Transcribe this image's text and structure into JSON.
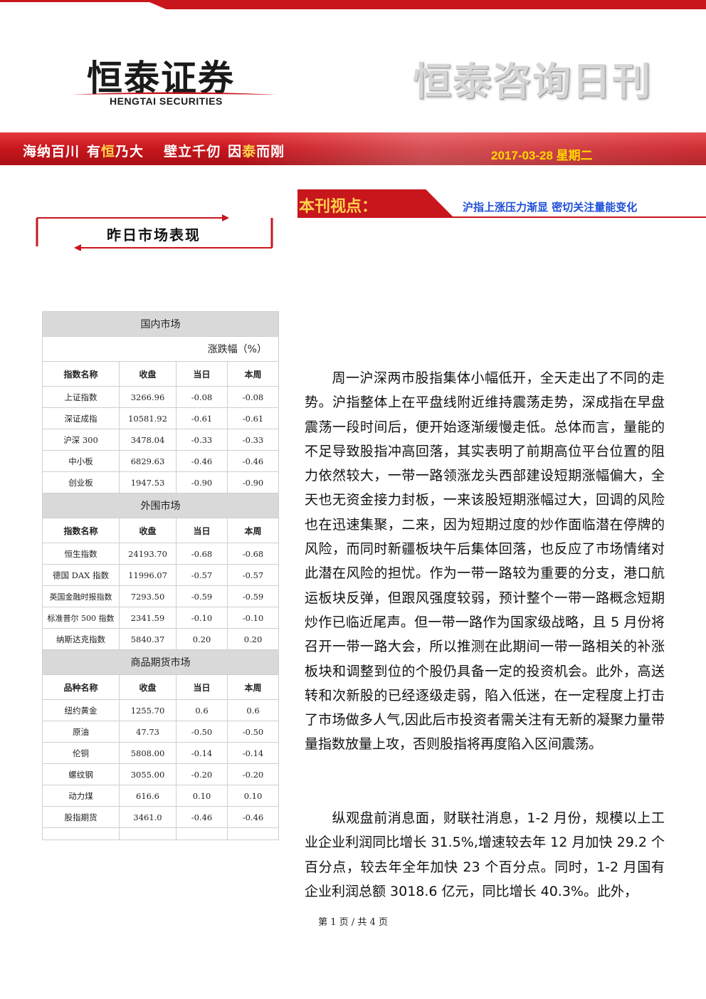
{
  "header": {
    "logo_name": "恒泰证券",
    "logo_english": "HENGTAI SECURITIES",
    "publication_title": "恒泰咨询日刊"
  },
  "banner": {
    "slogan_1": "海纳百川",
    "slogan_2_a": "有",
    "slogan_2_b": "恒",
    "slogan_2_c": "乃大",
    "slogan_3": "壁立千仞",
    "slogan_4_a": "因",
    "slogan_4_b": "泰",
    "slogan_4_c": "而刚",
    "date": "2017-03-28  星期二"
  },
  "viewpoint": {
    "label": "本刊视点：",
    "headline": "沪指上涨压力渐显  密切关注量能变化"
  },
  "section_title": "昨日市场表现",
  "market_table": {
    "unit_label": "涨跌幅（%）",
    "domestic": {
      "title": "国内市场",
      "headers": [
        "指数名称",
        "收盘",
        "当日",
        "本周"
      ],
      "rows": [
        [
          "上证指数",
          "3266.96",
          "-0.08",
          "-0.08"
        ],
        [
          "深证成指",
          "10581.92",
          "-0.61",
          "-0.61"
        ],
        [
          "沪深 300",
          "3478.04",
          "-0.33",
          "-0.33"
        ],
        [
          "中小板",
          "6829.63",
          "-0.46",
          "-0.46"
        ],
        [
          "创业板",
          "1947.53",
          "-0.90",
          "-0.90"
        ]
      ]
    },
    "overseas": {
      "title": "外围市场",
      "headers": [
        "指数名称",
        "收盘",
        "当日",
        "本周"
      ],
      "rows": [
        [
          "恒生指数",
          "24193.70",
          "-0.68",
          "-0.68"
        ],
        [
          "德国 DAX 指数",
          "11996.07",
          "-0.57",
          "-0.57"
        ],
        [
          "英国金融时报指数",
          "7293.50",
          "-0.59",
          "-0.59"
        ],
        [
          "标准普尔 500 指数",
          "2341.59",
          "-0.10",
          "-0.10"
        ],
        [
          "纳斯达克指数",
          "5840.37",
          "0.20",
          "0.20"
        ]
      ]
    },
    "commodities": {
      "title": "商品期货市场",
      "headers": [
        "品种名称",
        "收盘",
        "当日",
        "本周"
      ],
      "rows": [
        [
          "纽约黄金",
          "1255.70",
          "0.6",
          "0.6"
        ],
        [
          "原油",
          "47.73",
          "-0.50",
          "-0.50"
        ],
        [
          "伦铜",
          "5808.00",
          "-0.14",
          "-0.14"
        ],
        [
          "螺纹钢",
          "3055.00",
          "-0.20",
          "-0.20"
        ],
        [
          "动力煤",
          "616.6",
          "0.10",
          "0.10"
        ],
        [
          "股指期货",
          "3461.0",
          "-0.46",
          "-0.46"
        ]
      ]
    }
  },
  "article": {
    "paragraph_1": "周一沪深两市股指集体小幅低开，全天走出了不同的走势。沪指整体上在平盘线附近维持震荡走势，深成指在早盘震荡一段时间后，便开始逐渐缓慢走低。总体而言，量能的不足导致股指冲高回落，其实表明了前期高位平台位置的阻力依然较大，一带一路领涨龙头西部建设短期涨幅偏大，全天也无资金接力封板，一来该股短期涨幅过大，回调的风险也在迅速集聚，二来，因为短期过度的炒作面临潜在停牌的风险，而同时新疆板块午后集体回落，也反应了市场情绪对此潜在风险的担忧。作为一带一路较为重要的分支，港口航运板块反弹，但跟风强度较弱，预计整个一带一路概念短期炒作已临近尾声。但一带一路作为国家级战略，且 5 月份将召开一带一路大会，所以推测在此期间一带一路相关的补涨板块和调整到位的个股仍具备一定的投资机会。此外，高送转和次新股的已经逐级走弱，陷入低迷，在一定程度上打击了市场做多人气,因此后市投资者需关注有无新的凝聚力量带量指数放量上攻，否则股指将再度陷入区间震荡。",
    "paragraph_2": "纵观盘前消息面，财联社消息，1-2 月份，规模以上工业企业利润同比增长 31.5%,增速较去年 12 月加快 29.2 个百分点，较去年全年加快 23 个百分点。同时，1-2 月国有企业利润总额 3018.6 亿元，同比增长 40.3%。此外，"
  },
  "footer": {
    "page_indicator": "第 1 页 / 共 4 页"
  },
  "colors": {
    "brand_red": "#c8161d",
    "date_yellow": "#ffd700",
    "headline_blue": "#1f4fd8",
    "table_section_gray": "#d9d9d9"
  }
}
